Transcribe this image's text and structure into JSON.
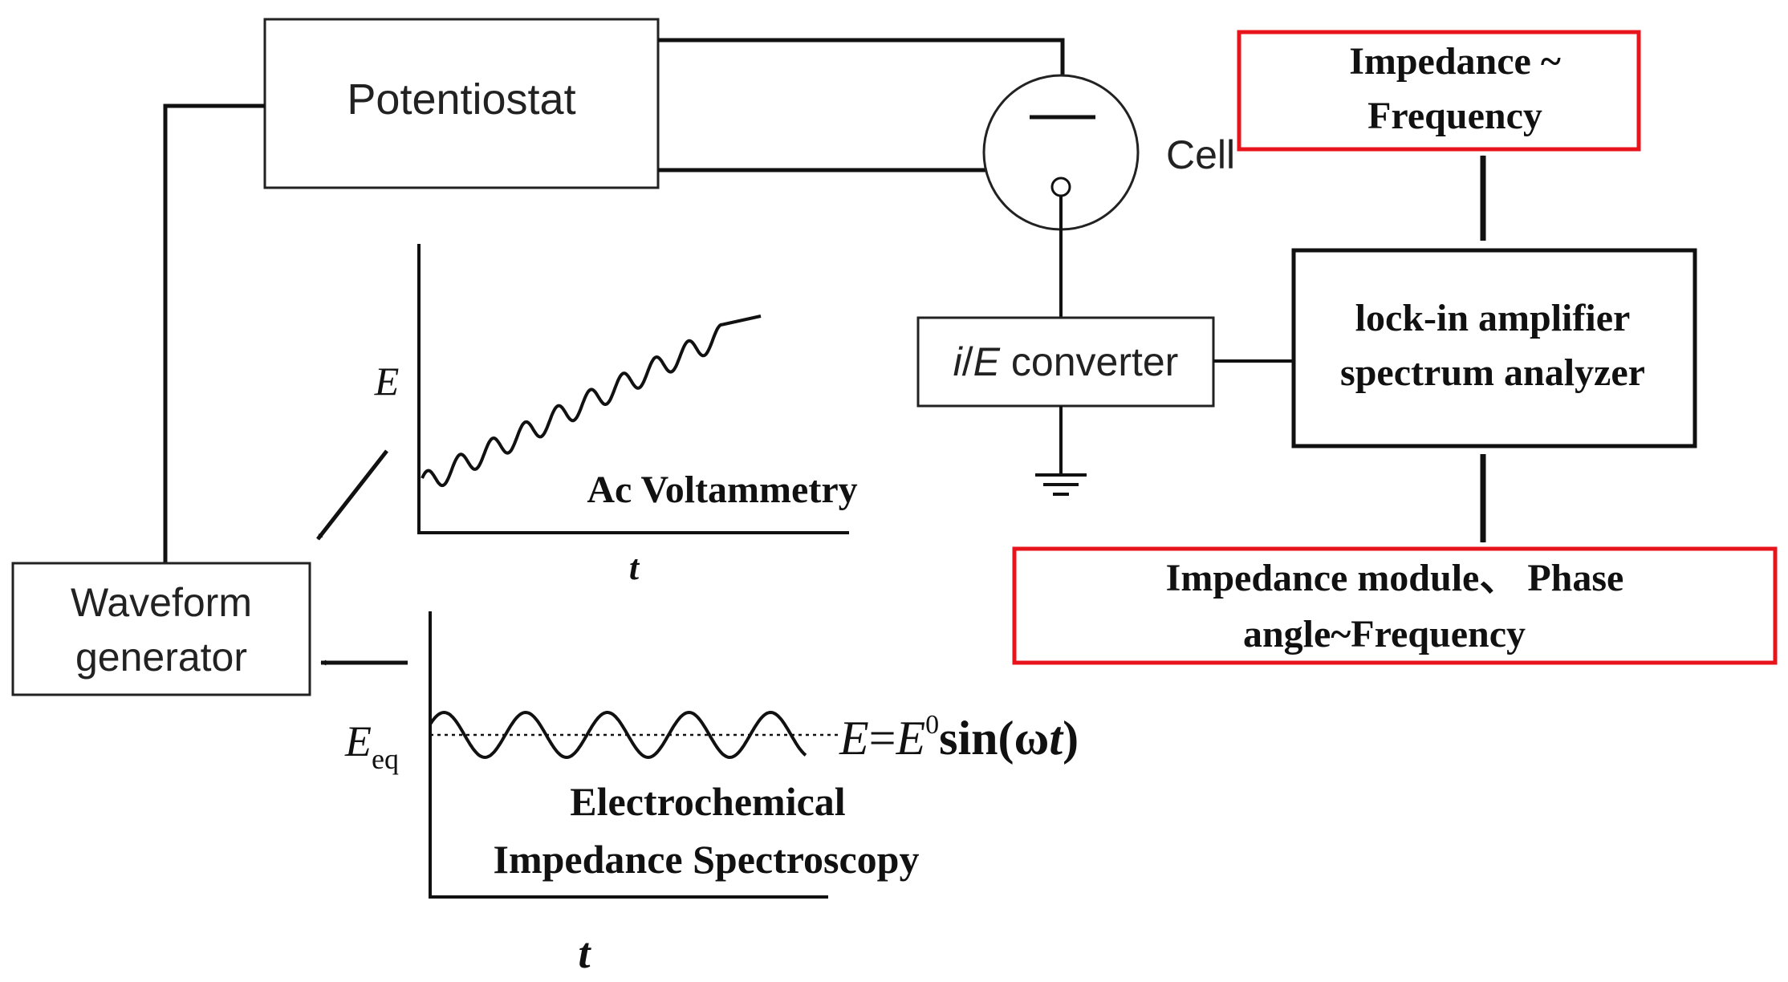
{
  "blocks": {
    "potentiostat": "Potentiostat",
    "cell": "Cell",
    "converter_i": "i",
    "converter_E": "E",
    "converter_slash": "/",
    "converter_rest": " converter",
    "waveform_line1": "Waveform",
    "waveform_line2": "generator",
    "lockin_line1": "lock-in amplifier",
    "lockin_line2": "spectrum analyzer"
  },
  "outputs": {
    "top_line1": "Impedance ~",
    "top_line2": "Frequency",
    "bottom_line1": "Impedance module、 Phase",
    "bottom_line2": "angle~Frequency"
  },
  "ac_plot": {
    "ylabel": "E",
    "xlabel": "t",
    "title": "Ac Voltammetry"
  },
  "eis_plot": {
    "ylabel_main": "E",
    "ylabel_sub": "eq",
    "xlabel": "t",
    "eq_E1": "E",
    "eq_eq": "=",
    "eq_E2": "E",
    "eq_sup": "0",
    "eq_sin": "sin(ω",
    "eq_t": "t",
    "eq_close": ")",
    "title_line1": "Electrochemical",
    "title_line2": "Impedance Spectroscopy"
  },
  "colors": {
    "line": "#111111",
    "highlight_border": "#e8141b"
  }
}
